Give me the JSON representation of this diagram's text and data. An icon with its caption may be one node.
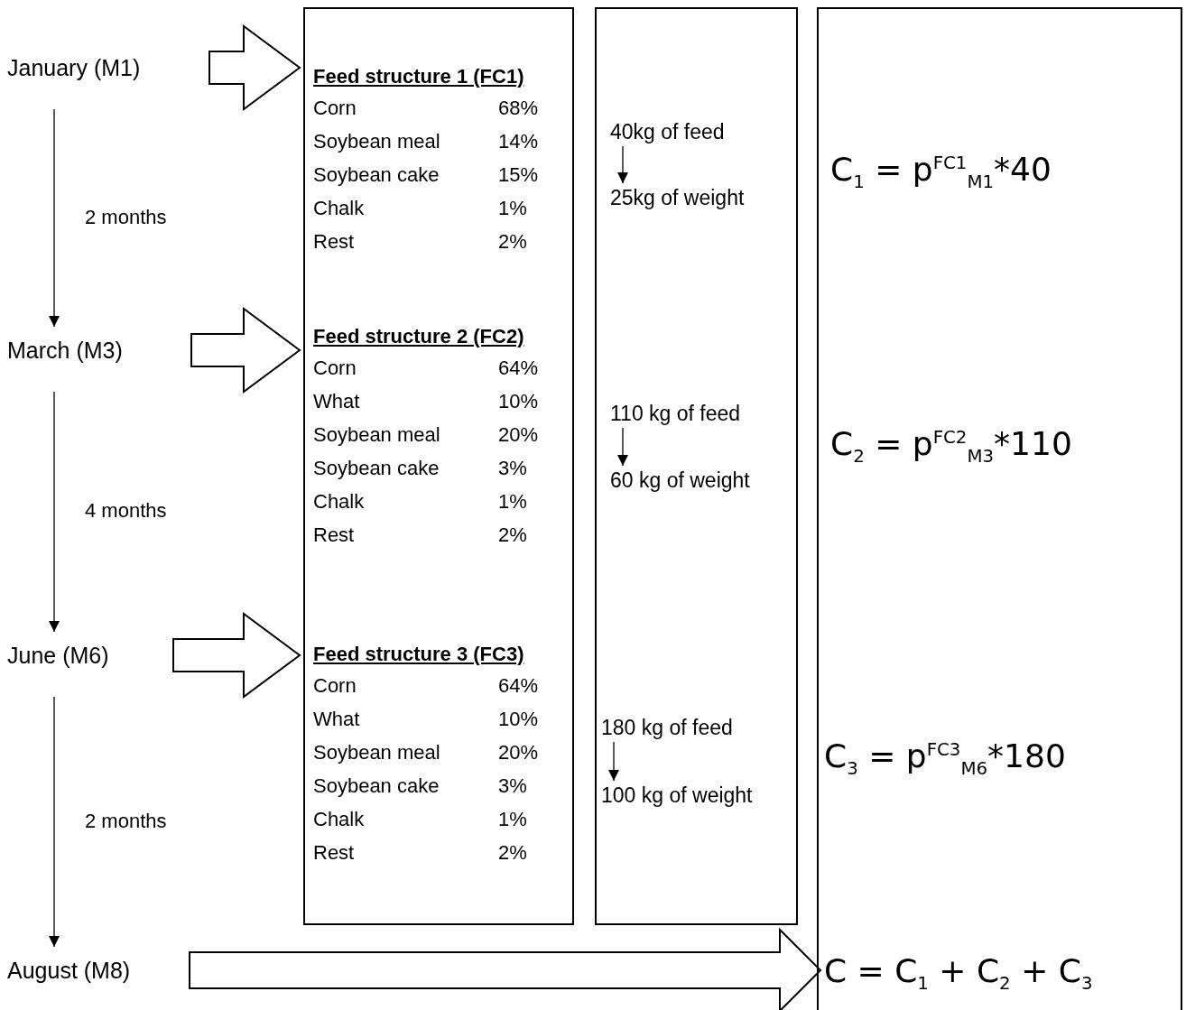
{
  "diagram": {
    "nodes": [
      {
        "text": [
          "January (M1)"
        ]
      },
      {
        "text": [
          "March (M3)"
        ]
      },
      {
        "text": [
          "June (M6)"
        ]
      },
      {
        "text": [
          "August (M8)"
        ]
      },
      {
        "text": [],
        "shape": "box"
      },
      {
        "text": [
          "Feed structure 1 (FC1)",
          "Corn",
          "68%",
          "Soybean meal",
          "14%",
          "Soybean cake",
          "15%",
          "Chalk",
          "1%",
          "Rest",
          "2%"
        ],
        "in": 4
      },
      {
        "text": [
          "Feed structure 2 (FC2)",
          "Corn",
          "64%",
          "What",
          "10%",
          "Soybean meal",
          "20%",
          "Soybean cake",
          "3%",
          "Chalk",
          "1%",
          "Rest",
          "2%"
        ],
        "in": 4
      },
      {
        "text": [
          "Feed structure 3 (FC3)",
          "Corn",
          "64%",
          "What",
          "10%",
          "Soybean meal",
          "20%",
          "Soybean cake",
          "3%",
          "Chalk",
          "1%",
          "Rest",
          "2%"
        ],
        "in": 4
      },
      {
        "text": [],
        "shape": "box"
      },
      {
        "text": [
          "40kg of feed"
        ],
        "in": 8
      },
      {
        "text": [
          "25kg of weight"
        ],
        "in": 8
      },
      {
        "text": [
          "110 kg of feed"
        ],
        "in": 8
      },
      {
        "text": [
          "60 kg of weight"
        ],
        "in": 8
      },
      {
        "text": [
          "180 kg of feed"
        ],
        "in": 8
      },
      {
        "text": [
          "100 kg of weight"
        ],
        "in": 8
      },
      {
        "text": [],
        "shape": "box"
      },
      {
        "text": [
          "C$_{1}$ = p$^{FC1}$$_{M1}$*40"
        ],
        "in": 15
      },
      {
        "text": [
          "C$_{2}$ = p$^{FC2}$$_{M3}$*110"
        ],
        "in": 15
      },
      {
        "text": [
          "C$_{3}$ = p$^{FC3}$$_{M6}$*180"
        ],
        "in": 15
      },
      {
        "text": [
          "C = C$_{1}$ + C$_{2}$ + C$_{3}$"
        ],
        "in": 15
      }
    ],
    "edges": [
      {
        "from": 0,
        "to": 1,
        "arrow": "to",
        "label": "2 months"
      },
      {
        "from": 1,
        "to": 2,
        "arrow": "to",
        "label": "4 months"
      },
      {
        "from": 2,
        "to": 3,
        "arrow": "to",
        "label": "2 months"
      },
      {
        "from": 0,
        "to": 5,
        "arrow": "to",
        "style": "thick"
      },
      {
        "from": 1,
        "to": 6,
        "arrow": "to",
        "style": "thick"
      },
      {
        "from": 2,
        "to": 7,
        "arrow": "to",
        "style": "thick"
      },
      {
        "from": 3,
        "to": 19,
        "arrow": "to",
        "style": "thick"
      },
      {
        "from": 9,
        "to": 10,
        "arrow": "to"
      },
      {
        "from": 11,
        "to": 12,
        "arrow": "to"
      },
      {
        "from": 13,
        "to": 14,
        "arrow": "to"
      }
    ]
  }
}
